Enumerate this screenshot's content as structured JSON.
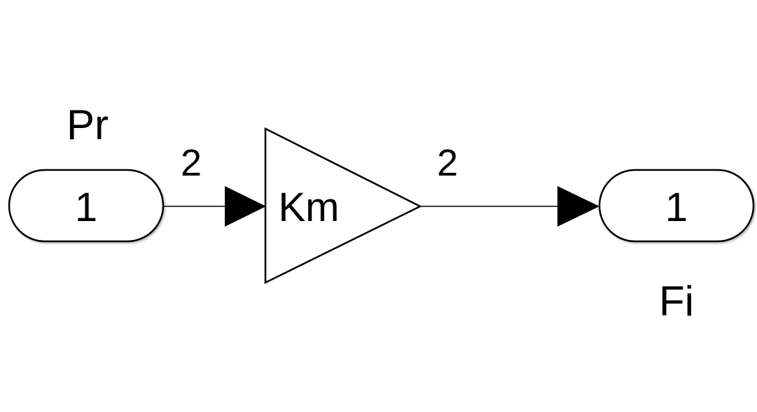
{
  "diagram": {
    "inport": {
      "number": "1",
      "name": "Pr"
    },
    "gain": {
      "value": "Km"
    },
    "outport": {
      "number": "1",
      "name": "Fi"
    },
    "signals": {
      "input_width": "2",
      "output_width": "2"
    }
  }
}
